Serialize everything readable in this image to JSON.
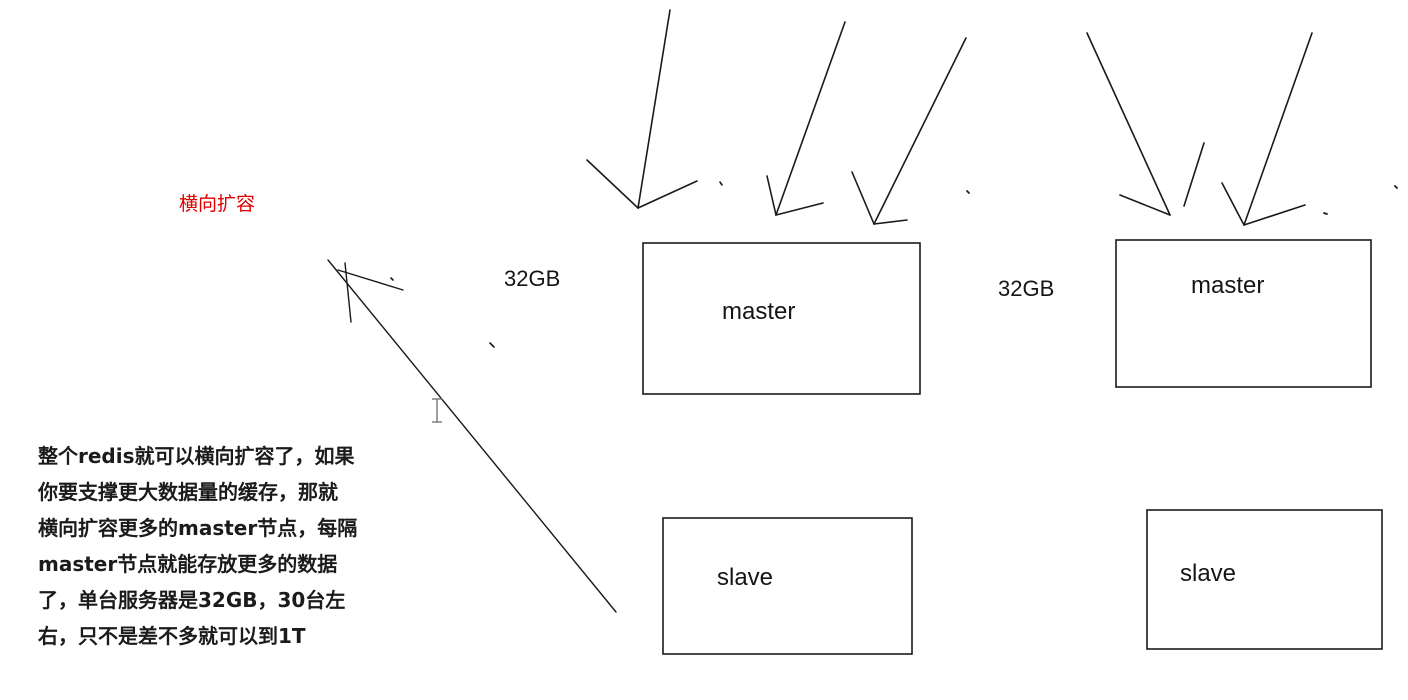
{
  "title": "横向扩容",
  "clusters": [
    {
      "size_label": "32GB",
      "master_label": "master",
      "slave_label": "slave"
    },
    {
      "size_label": "32GB",
      "master_label": "master",
      "slave_label": "slave"
    }
  ],
  "note_lines": [
    "整个redis就可以横向扩容了，如果",
    "你要支撑更大数据量的缓存，那就",
    "横向扩容更多的master节点，每隔",
    "master节点就能存放更多的数据",
    "了，单台服务器是32GB，30台左",
    "右，只不是差不多就可以到1T"
  ],
  "colors": {
    "title": "#e00000",
    "ink": "#1a1a1a"
  }
}
